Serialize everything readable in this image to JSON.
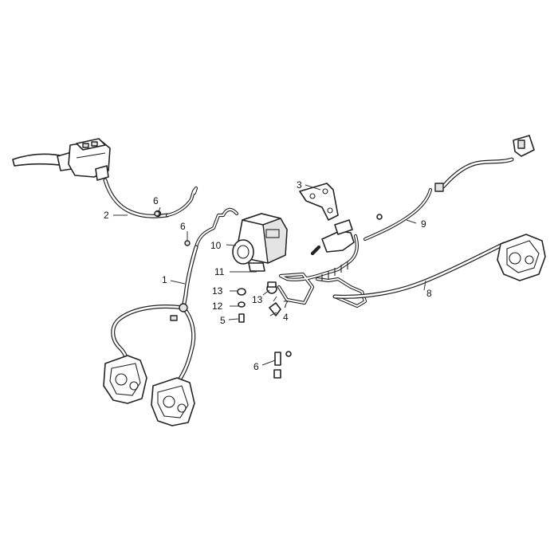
{
  "callouts": [
    {
      "id": "1",
      "text": "1"
    },
    {
      "id": "2",
      "text": "2"
    },
    {
      "id": "3",
      "text": "3"
    },
    {
      "id": "4",
      "text": "4"
    },
    {
      "id": "5",
      "text": "5"
    },
    {
      "id": "6a",
      "text": "6"
    },
    {
      "id": "6b",
      "text": "6"
    },
    {
      "id": "6c",
      "text": "6"
    },
    {
      "id": "7",
      "text": "7"
    },
    {
      "id": "8",
      "text": "8"
    },
    {
      "id": "9",
      "text": "9"
    },
    {
      "id": "10",
      "text": "10"
    },
    {
      "id": "11",
      "text": "11"
    },
    {
      "id": "12",
      "text": "12"
    },
    {
      "id": "13a",
      "text": "13"
    },
    {
      "id": "13b",
      "text": "13"
    }
  ]
}
